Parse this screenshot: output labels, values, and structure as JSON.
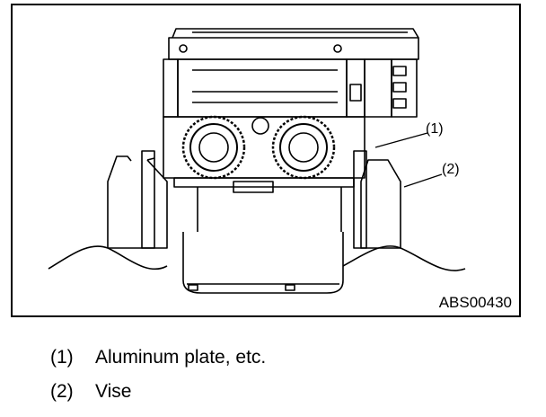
{
  "figure": {
    "id": "ABS00430",
    "callouts": [
      {
        "num": "(1)"
      },
      {
        "num": "(2)"
      }
    ]
  },
  "legend": [
    {
      "num": "(1)",
      "text": "Aluminum plate, etc."
    },
    {
      "num": "(2)",
      "text": "Vise"
    }
  ]
}
